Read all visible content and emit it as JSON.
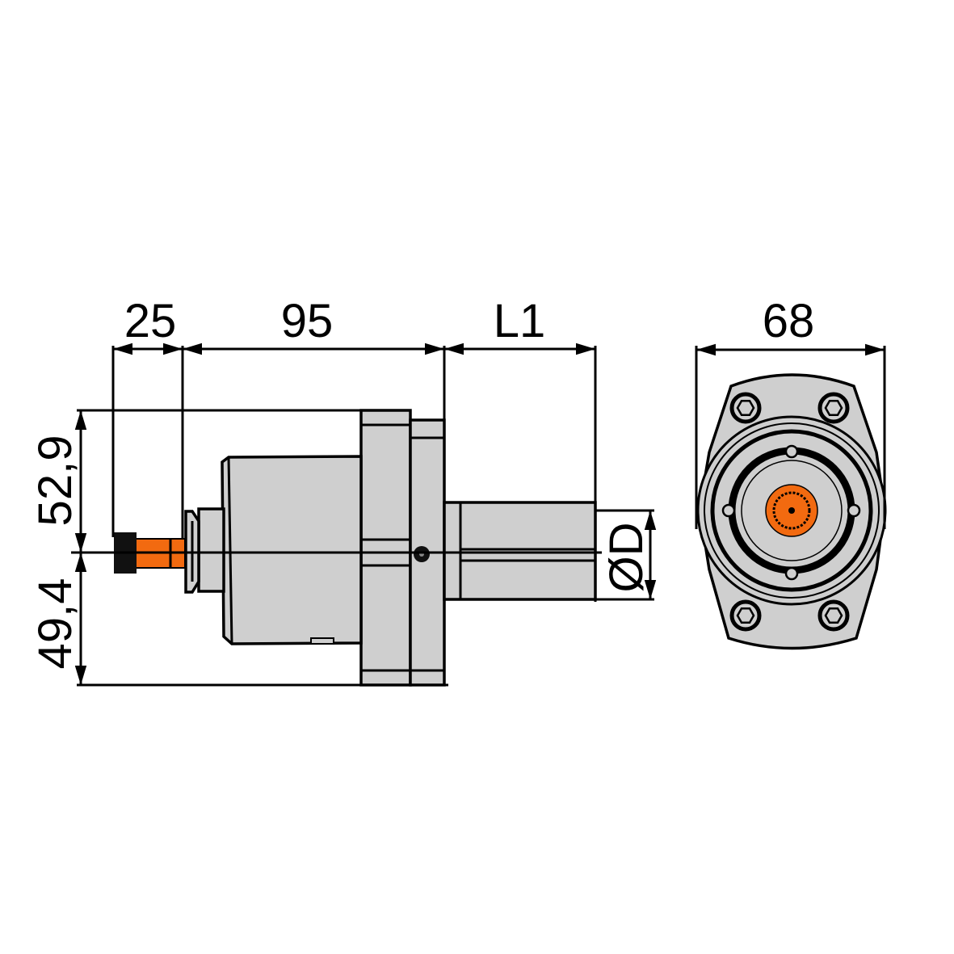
{
  "title": "Driven tool holder technical drawing",
  "dimensions": {
    "d25": "25",
    "d95": "95",
    "l1": "L1",
    "d68": "68",
    "h529": "52,9",
    "h494": "49,4",
    "od": "ØD"
  },
  "colors": {
    "body": "#cfcfcf",
    "spindle": "#f26a10",
    "line": "#000000"
  }
}
